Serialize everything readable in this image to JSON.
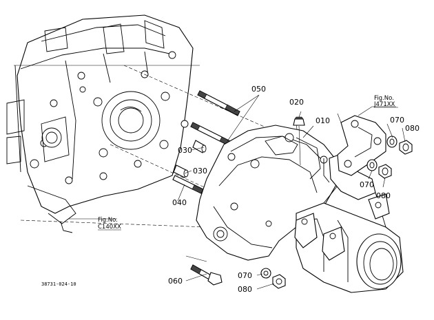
{
  "labels": {
    "p010": "010",
    "p020": "020",
    "p030a": "030",
    "p030b": "030",
    "p040": "040",
    "p050": "050",
    "p060": "060",
    "p070a": "070",
    "p070b": "070",
    "p070c": "070",
    "p080a": "080",
    "p080b": "080",
    "p080c": "080"
  },
  "figure_refs": {
    "j471_line1": "Fig.No.",
    "j471_line2": "J471XX",
    "c140_line1": "Fig.No.",
    "c140_line2": "C140XX"
  },
  "drawing_number": "38731-024-10"
}
